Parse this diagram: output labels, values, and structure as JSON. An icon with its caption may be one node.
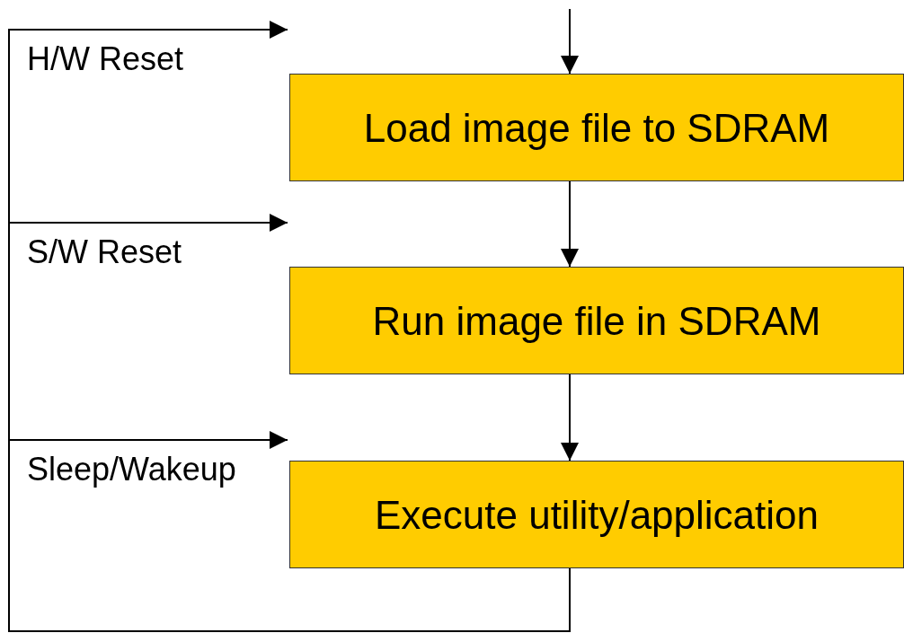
{
  "diagram": {
    "nodes": [
      {
        "text": [
          "Load image file to SDRAM"
        ]
      },
      {
        "text": [
          "Run image file in SDRAM"
        ]
      },
      {
        "text": [
          "Execute utility/application"
        ]
      }
    ],
    "edges": [
      {
        "from": null,
        "to": 0,
        "arrow": "to"
      },
      {
        "from": 0,
        "to": 1,
        "arrow": "to"
      },
      {
        "from": 1,
        "to": 2,
        "arrow": "to"
      },
      {
        "from": 2,
        "to": null,
        "arrow": "to",
        "label": "H/W Reset"
      },
      {
        "from": 2,
        "to": null,
        "arrow": "to",
        "label": "S/W Reset"
      },
      {
        "from": 2,
        "to": null,
        "arrow": "to",
        "label": "Sleep/Wakeup"
      }
    ]
  }
}
